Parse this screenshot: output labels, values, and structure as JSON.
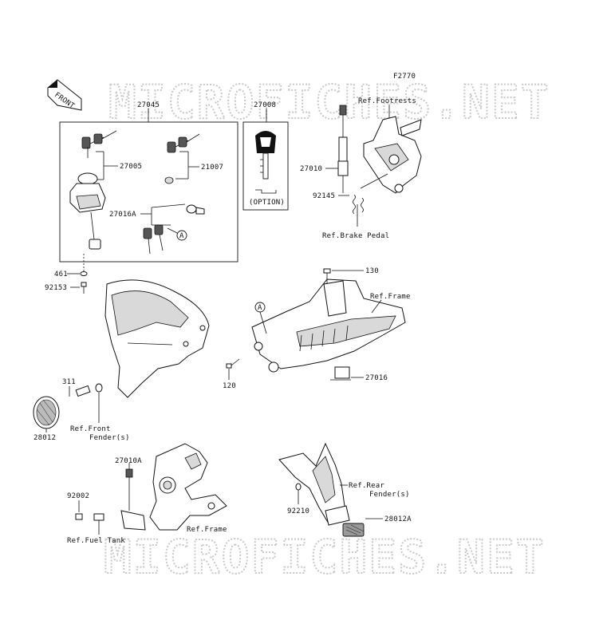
{
  "figure_code": "F2770",
  "watermark_text": "MICROFICHES.NET",
  "front_tag": "FRONT",
  "option_label": "(OPTION)",
  "callouts": {
    "p27045": "27045",
    "p27005": "27005",
    "p21007": "21007",
    "p27016A": "27016A",
    "ref_A_box": "A",
    "ref_A_frame": "A",
    "p461": "461",
    "p92153": "92153",
    "p27008": "27008",
    "p27010": "27010",
    "p92145": "92145",
    "ref_footrests": "Ref.Footrests",
    "ref_brake_pedal": "Ref.Brake Pedal",
    "p130": "130",
    "ref_frame_top": "Ref.Frame",
    "p120": "120",
    "p27016": "27016",
    "p311": "311",
    "p28012": "28012",
    "ref_front_fender": "Ref.Front",
    "ref_front_fender_2": "Fender(s)",
    "p27010A": "27010A",
    "p92002": "92002",
    "ref_fuel_tank": "Ref.Fuel Tank",
    "ref_frame_bottom": "Ref.Frame",
    "ref_rear_fender": "Ref.Rear",
    "ref_rear_fender_2": "Fender(s)",
    "p92210": "92210",
    "p28012A": "28012A"
  }
}
